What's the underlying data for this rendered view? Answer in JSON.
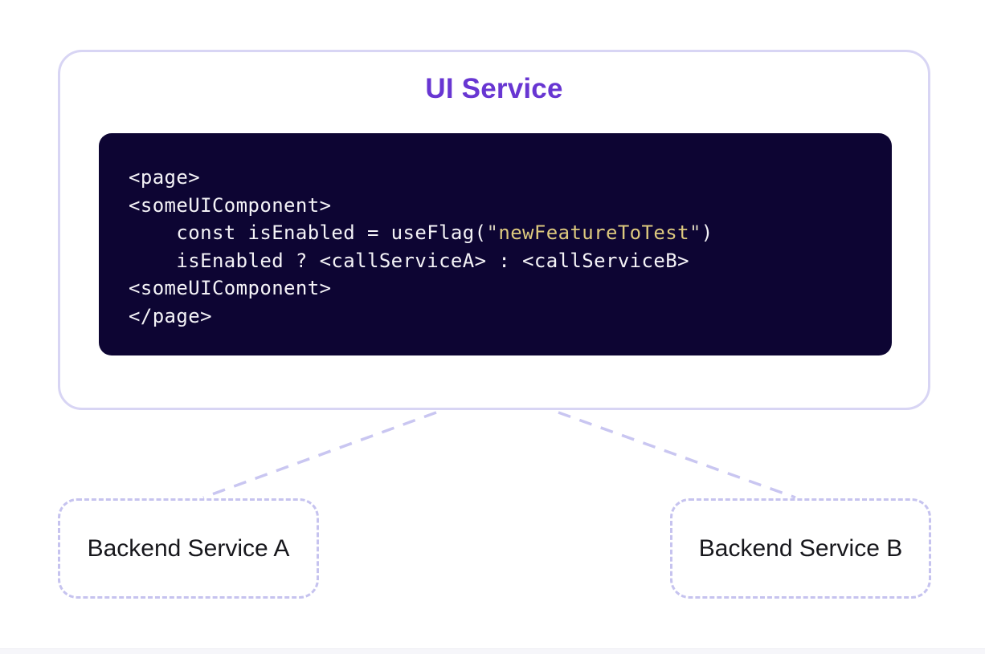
{
  "diagram": {
    "ui_service": {
      "title": "UI Service",
      "title_color": "#6836d2",
      "border_color": "#d8d5f4"
    },
    "code": {
      "background_color": "#0d0533",
      "text_color": "#f4f3f7",
      "string_color": "#ddc97e",
      "lines": {
        "l1": "<page>",
        "l2": "<someUIComponent>",
        "l3_prefix": "    const isEnabled = useFlag(",
        "l3_quote_open": "\"",
        "l3_string": "newFeatureToTest",
        "l3_quote_close": "\"",
        "l3_suffix": ")",
        "l4": "    isEnabled ? <callServiceA> : <callServiceB>",
        "l5": "<someUIComponent>",
        "l6": "</page>"
      }
    },
    "backend_a": {
      "label": "Backend Service A"
    },
    "backend_b": {
      "label": "Backend Service B"
    },
    "connector_color": "#c9c6f1",
    "dashed_border_color": "#c6c3ef"
  }
}
